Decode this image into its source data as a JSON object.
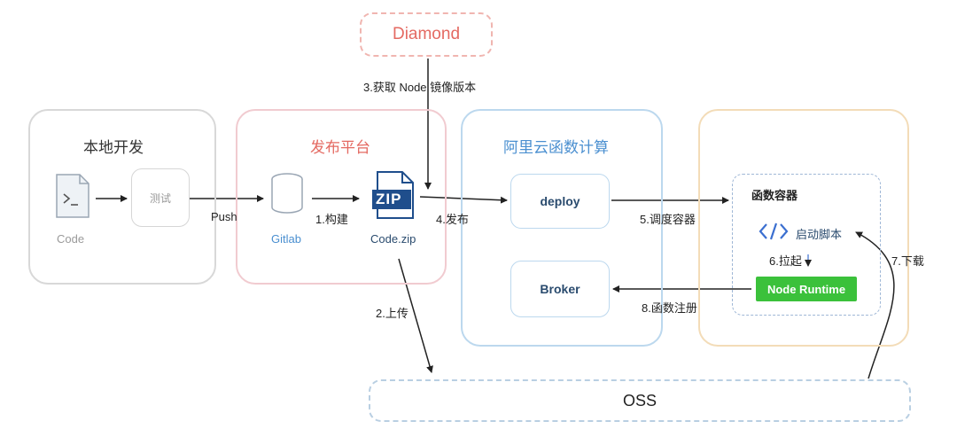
{
  "diamond": {
    "label": "Diamond"
  },
  "panels": {
    "local": {
      "title": "本地开发",
      "code_label": "Code",
      "test_label": "测试"
    },
    "publish": {
      "title": "发布平台",
      "gitlab_label": "Gitlab",
      "zip_text": "ZIP",
      "codezip_label": "Code.zip"
    },
    "aliyun": {
      "title": "阿里云函数计算",
      "deploy_label": "deploy",
      "broker_label": "Broker"
    },
    "container": {
      "title": "函数容器",
      "startup_label": "启动脚本",
      "runtime_label": "Node Runtime"
    }
  },
  "oss": {
    "label": "OSS"
  },
  "edges": {
    "push": "Push",
    "build": "1.构建",
    "upload": "2.上传",
    "get_version": "3.获取 Node 镜像版本",
    "publish": "4.发布",
    "schedule": "5.调度容器",
    "pull_up": "6.拉起",
    "download": "7.下载",
    "register": "8.函数注册"
  },
  "colors": {
    "diamond": "#e46a62",
    "publish_title": "#e46a62",
    "aliyun_title": "#4a8fd0",
    "gitlab": "#4a8fd0",
    "zip": "#1f4e8c",
    "runtime_bg": "#3bc13b",
    "deploy_text": "#2a4b6e",
    "startup_icon": "#3b6fd0"
  },
  "icons": [
    "terminal-file-icon",
    "database-icon",
    "zip-file-icon",
    "code-tag-icon"
  ]
}
